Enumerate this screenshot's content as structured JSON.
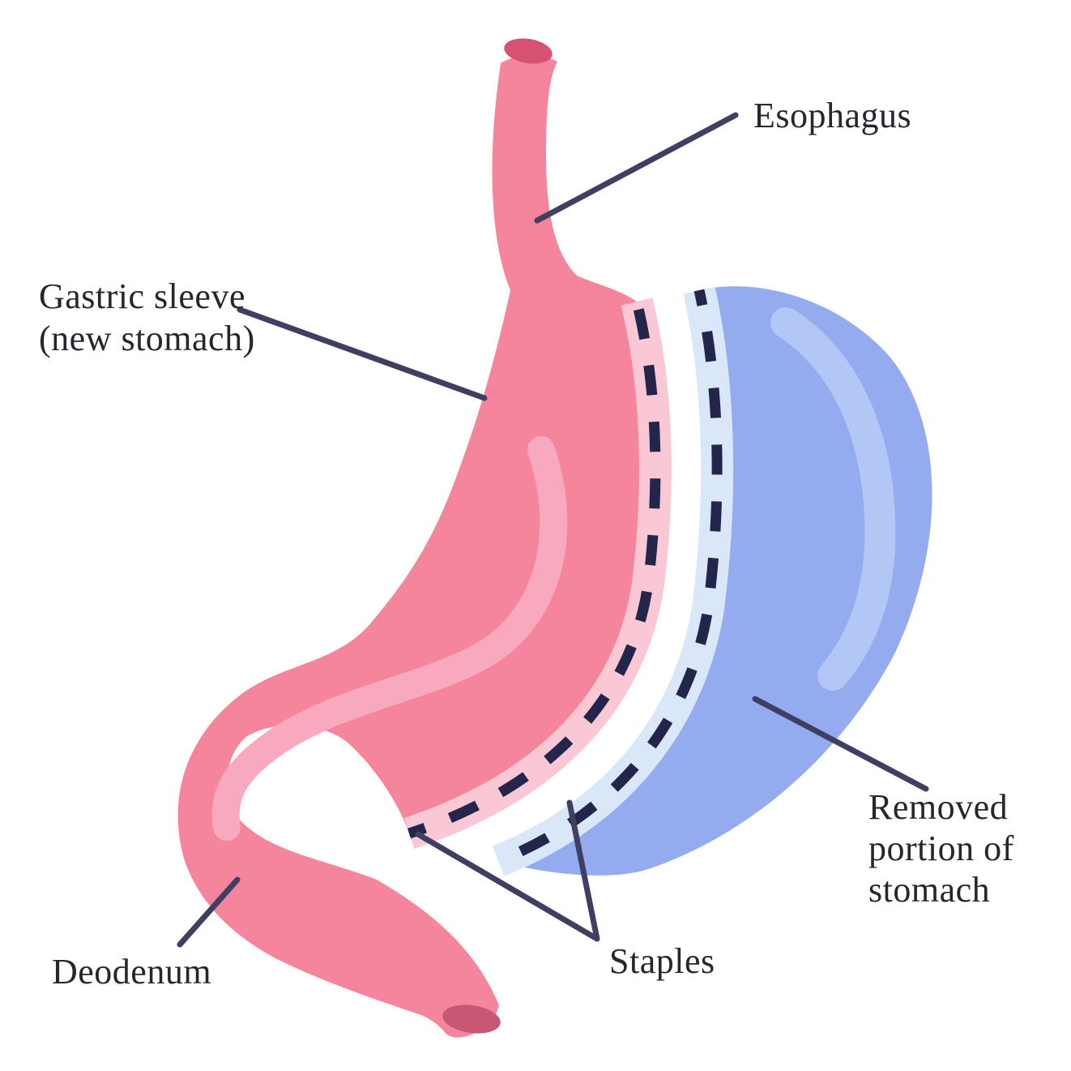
{
  "labels": {
    "esophagus": "Esophagus",
    "gastric_sleeve": [
      "Gastric sleeve",
      "(new stomach)"
    ],
    "deodenum": "Deodenum",
    "staples": "Staples",
    "removed_portion": [
      "Removed",
      "portion of",
      "stomach"
    ]
  },
  "colors": {
    "background": "#ffffff",
    "stomach_pink": "#f4859c",
    "stomach_pink_light": "#fac8d5",
    "stomach_pink_highlight": "#f8a9be",
    "esophagus_opening": "#d75272",
    "duodenum_opening": "#c75873",
    "removed_blue": "#94abf0",
    "removed_blue_light": "#dae7f8",
    "removed_blue_highlight": "#b3c7f6",
    "staple_dash": "#23254a",
    "leader_line": "#3e3f63",
    "label_text": "#26262e"
  }
}
